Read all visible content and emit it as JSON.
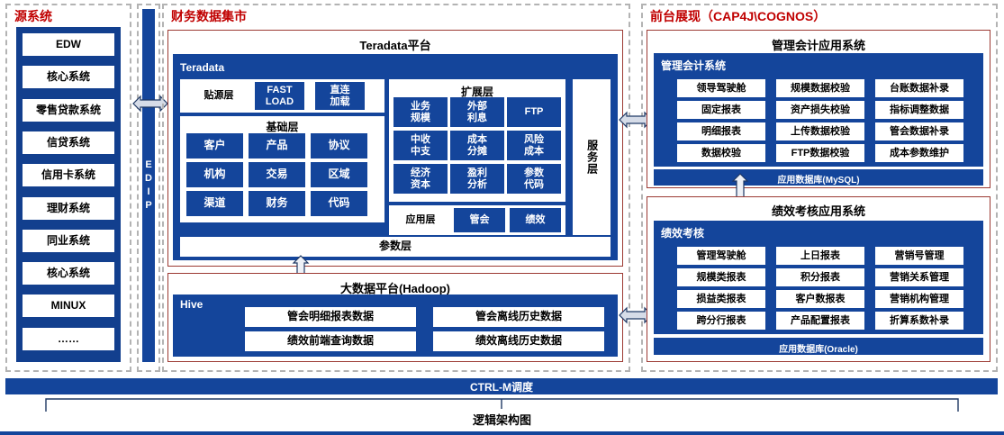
{
  "zones": {
    "source": {
      "title": "源系统"
    },
    "mart": {
      "title": "财务数据集市"
    },
    "front": {
      "title": "前台展现（CAP4J\\COGNOS）"
    }
  },
  "source_systems": {
    "items": [
      "EDW",
      "核心系统",
      "零售贷款系统",
      "信贷系统",
      "信用卡系统",
      "理财系统",
      "同业系统",
      "核心系统",
      "MINUX",
      "……"
    ]
  },
  "edip": {
    "label": "EDIP",
    "letters": [
      "E",
      "D",
      "I",
      "P"
    ]
  },
  "teradata": {
    "platform_title": "Teradata平台",
    "panel_label": "Teradata",
    "source_layer": {
      "label": "贴源层",
      "chips": [
        "FAST LOAD",
        "直连 加载"
      ]
    },
    "base_layer": {
      "title": "基础层",
      "chips": [
        "客户",
        "产品",
        "协议",
        "机构",
        "交易",
        "区域",
        "渠道",
        "财务",
        "代码"
      ]
    },
    "extension_layer": {
      "title": "扩展层",
      "chips": [
        "业务 规模",
        "外部 利息",
        "FTP",
        "中收 中支",
        "成本 分摊",
        "风险 成本",
        "经济 资本",
        "盈利 分析",
        "参数 代码"
      ]
    },
    "app_layer": {
      "label": "应用层",
      "chips": [
        "管会",
        "绩效"
      ]
    },
    "service_layer": {
      "label": "服务层"
    },
    "param_layer": {
      "label": "参数层"
    }
  },
  "hadoop": {
    "platform_title": "大数据平台(Hadoop)",
    "panel_label": "Hive",
    "chips": [
      "管会明细报表数据",
      "管会离线历史数据",
      "绩效前端查询数据",
      "绩效离线历史数据"
    ]
  },
  "mgmt_accounting": {
    "system_title": "管理会计应用系统",
    "panel_label": "管理会计系统",
    "chips": [
      "领导驾驶舱",
      "规模数据校验",
      "台账数据补录",
      "固定报表",
      "资产损失校验",
      "指标调整数据",
      "明细报表",
      "上传数据校验",
      "管会数据补录",
      "数据校验",
      "FTP数据校验",
      "成本参数维护"
    ],
    "database": "应用数据库(MySQL)"
  },
  "performance": {
    "system_title": "绩效考核应用系统",
    "panel_label": "绩效考核",
    "chips": [
      "管理驾驶舱",
      "上日报表",
      "营销号管理",
      "规模类报表",
      "积分报表",
      "营销关系管理",
      "损益类报表",
      "客户数报表",
      "营销机构管理",
      "跨分行报表",
      "产品配置报表",
      "折算系数补录"
    ],
    "database": "应用数据库(Oracle)"
  },
  "scheduler": {
    "label": "CTRL-M调度"
  },
  "footer": {
    "label": "逻辑架构图"
  },
  "colors": {
    "navy": "#14459b",
    "deep_navy": "#123f8e",
    "red_title": "#c00000",
    "red_border": "#9c3a33",
    "dashed": "#b3b3b3",
    "arrow_stroke": "#1f3864",
    "arrow_fill": "#d6dce8"
  }
}
